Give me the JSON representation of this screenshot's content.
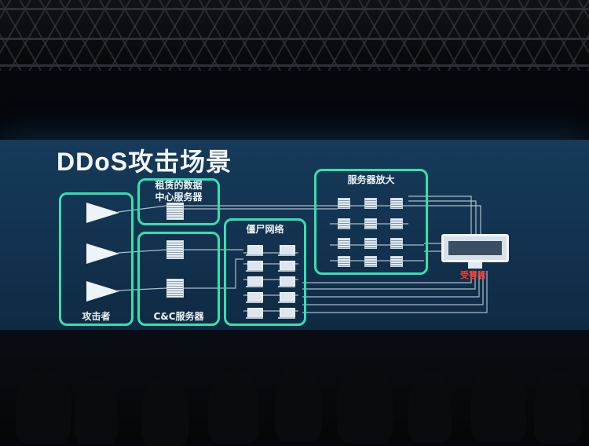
{
  "slide": {
    "title": "DDoS攻击场景",
    "boxes": {
      "attacker": "攻击者",
      "rented_dc": "租赁的数据\n中心服务器",
      "cc_server": "C&C服务器",
      "botnet": "僵尸网络",
      "amplification": "服务器放大",
      "victim": "受害者"
    }
  },
  "colors": {
    "box_outline": "#35e0b0",
    "victim_label": "#ff3a2a",
    "screen_bg": "#163a5a"
  }
}
